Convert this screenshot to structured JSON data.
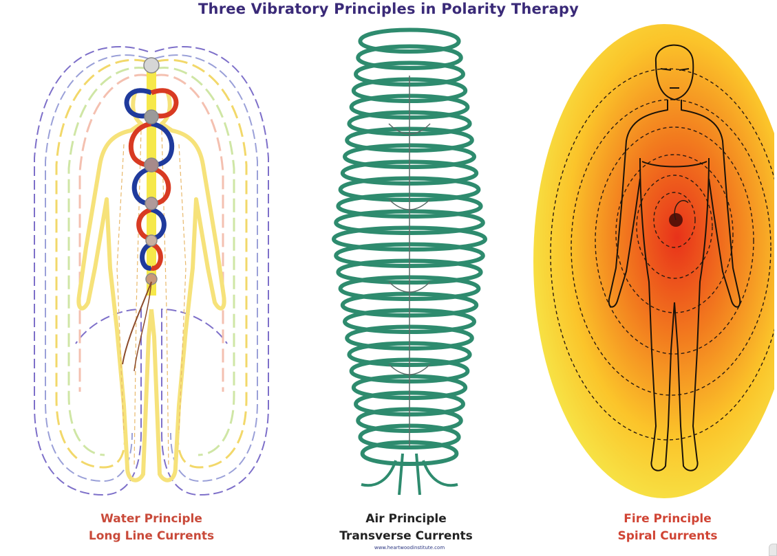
{
  "title": "Three Vibratory Principles in Polarity Therapy",
  "panels": [
    {
      "id": "water",
      "name": "Water Principle",
      "subtitle": "Long Line Currents",
      "color": "#c94a3a"
    },
    {
      "id": "air",
      "name": "Air Principle",
      "subtitle": "Transverse Currents",
      "color": "#222222"
    },
    {
      "id": "fire",
      "name": "Fire Principle",
      "subtitle": "Spiral Currents",
      "color": "#d04434"
    }
  ],
  "credit": "www.heartwoodinstitute.com",
  "icons": {
    "water": "water-body-energy-lines-illustration",
    "air": "air-transverse-coil-illustration",
    "fire": "fire-spiral-body-illustration"
  }
}
